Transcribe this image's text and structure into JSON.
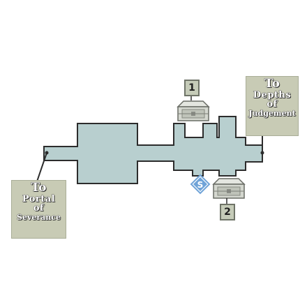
{
  "map": {
    "labels": {
      "depths": {
        "line1": "To",
        "line2": "Depths",
        "line3": "of",
        "line4": "Judgement"
      },
      "portal": {
        "line1": "To",
        "line2": "Portal",
        "line3": "of",
        "line4": "Severance"
      }
    },
    "chests": [
      {
        "number": "1"
      },
      {
        "number": "2"
      }
    ],
    "save_point": {
      "letter": "S"
    },
    "colors": {
      "floor": "#b8cfcf",
      "wall": "#2c2c2c",
      "label_bg": "#c8cbb5",
      "save": "#6fa3d8"
    },
    "icons": [
      "treasure-chest-icon",
      "save-point-icon",
      "exit-marker-icon"
    ]
  }
}
